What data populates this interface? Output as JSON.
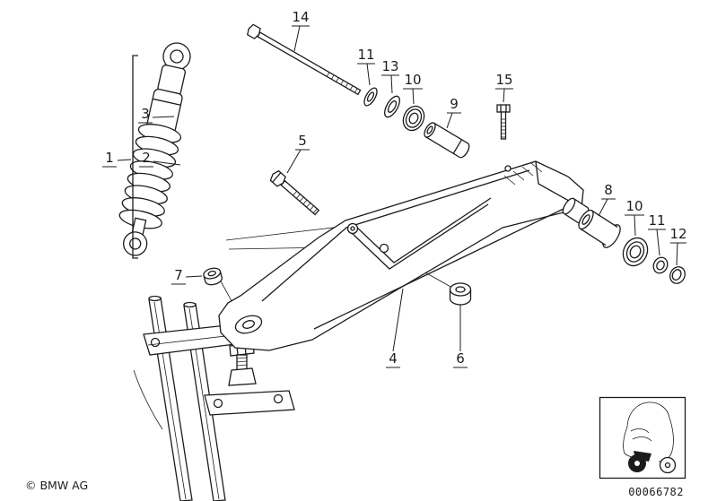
{
  "meta": {
    "copyright": "© BMW AG",
    "diagram_number": "00066782"
  },
  "colors": {
    "line": "#1c1c1c",
    "background": "#ffffff"
  },
  "callouts": [
    {
      "label": "1"
    },
    {
      "label": "2"
    },
    {
      "label": "3"
    },
    {
      "label": "4"
    },
    {
      "label": "5"
    },
    {
      "label": "6"
    },
    {
      "label": "7"
    },
    {
      "label": "8"
    },
    {
      "label": "9"
    },
    {
      "label": "10"
    },
    {
      "label": "10"
    },
    {
      "label": "11"
    },
    {
      "label": "11"
    },
    {
      "label": "12"
    },
    {
      "label": "13"
    },
    {
      "label": "14"
    },
    {
      "label": "15"
    }
  ]
}
